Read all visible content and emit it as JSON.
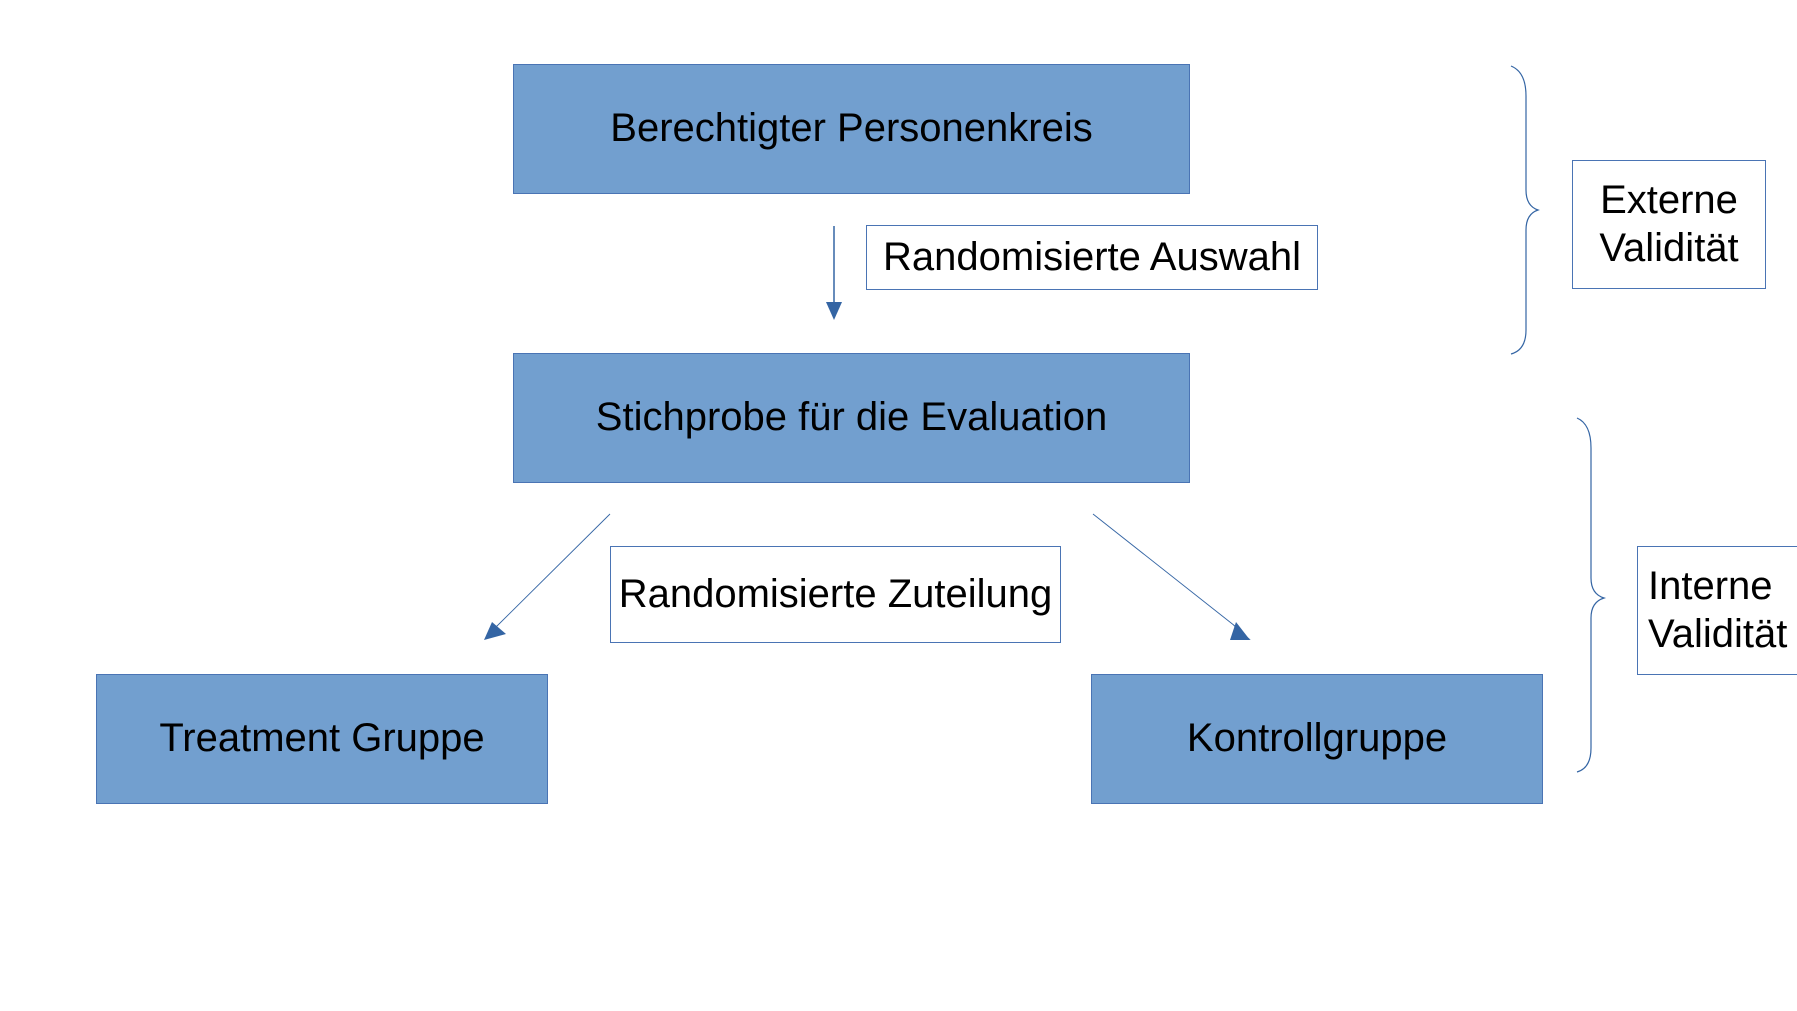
{
  "colors": {
    "box_fill": "#729fcf",
    "stroke": "#3465a4"
  },
  "nodes": {
    "population": "Berechtigter Personenkreis",
    "sample": "Stichprobe für die Evaluation",
    "treatment": "Treatment Gruppe",
    "control": "Kontrollgruppe"
  },
  "edge_labels": {
    "random_selection": "Randomisierte Auswahl",
    "random_assignment": "Randomisierte Zuteilung"
  },
  "brackets": {
    "external": {
      "line1": "Externe",
      "line2": "Validität"
    },
    "internal": {
      "line1": "Interne",
      "line2": "Validität"
    }
  }
}
